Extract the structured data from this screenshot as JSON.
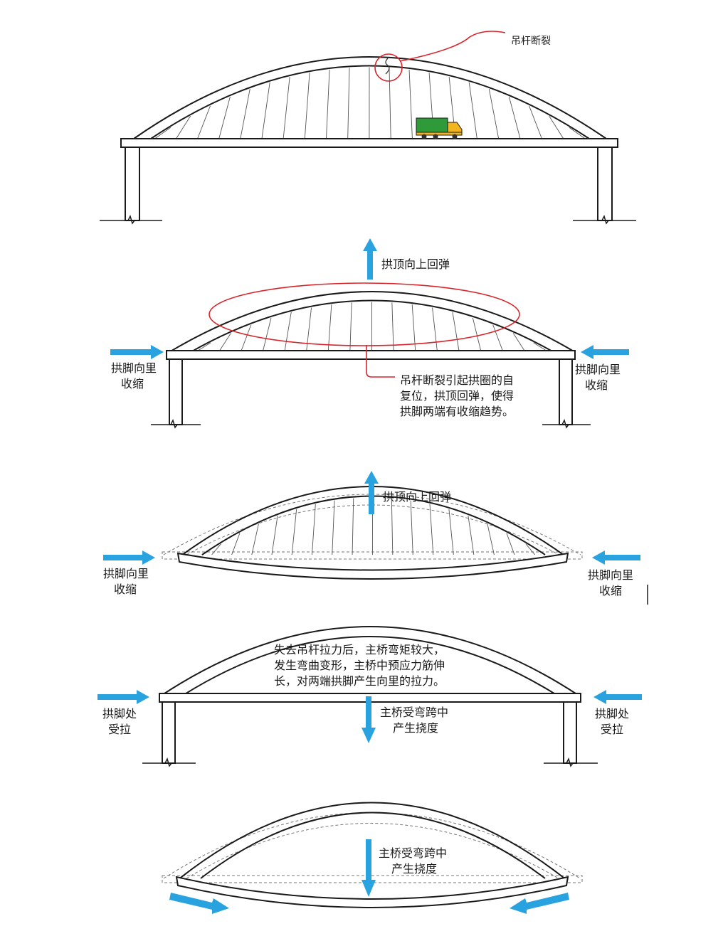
{
  "panel1": {
    "callout": "吊杆断裂"
  },
  "panel2": {
    "arch_top": "拱顶向上回弹",
    "left_foot": [
      "拱脚向里",
      "收缩"
    ],
    "right_foot": [
      "拱脚向里",
      "收缩"
    ],
    "note": [
      "吊杆断裂引起拱圈的自",
      "复位，拱顶回弹，使得",
      "拱脚两端有收缩趋势。"
    ]
  },
  "panel3": {
    "arch_top": "拱顶向上回弹",
    "left_foot": [
      "拱脚向里",
      "收缩"
    ],
    "right_foot": [
      "拱脚向里",
      "收缩"
    ]
  },
  "panel4": {
    "note": [
      "失去吊杆拉力后，主桥弯矩较大，",
      "发生弯曲变形，主桥中预应力筋伸",
      "长，对两端拱脚产生向里的拉力。"
    ],
    "deflection": [
      "主桥受弯跨中",
      "产生挠度"
    ],
    "left_foot": [
      "拱脚处",
      "受拉"
    ],
    "right_foot": [
      "拱脚处",
      "受拉"
    ]
  },
  "panel5": {
    "deflection": [
      "主桥受弯跨中",
      "产生挠度"
    ]
  },
  "colors": {
    "arrow": "#29a3e0",
    "callout": "#d9242a",
    "truck_body": "#2f9a3a",
    "truck_cab": "#f2b51c"
  }
}
